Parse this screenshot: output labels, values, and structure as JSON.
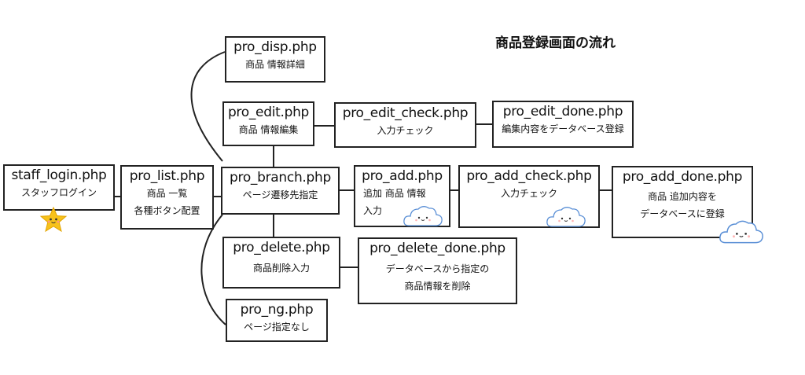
{
  "title": "商品登録画面の流れ",
  "nodes": {
    "staff_login": {
      "file": "staff_login.php",
      "desc": [
        "スタッフログイン"
      ]
    },
    "pro_list": {
      "file": "pro_list.php",
      "desc": [
        "商品 一覧",
        "各種ボタン配置"
      ]
    },
    "pro_disp": {
      "file": "pro_disp.php",
      "desc": [
        "商品 情報詳細"
      ]
    },
    "pro_edit": {
      "file": "pro_edit.php",
      "desc": [
        "商品 情報編集"
      ]
    },
    "pro_edit_check": {
      "file": "pro_edit_check.php",
      "desc": [
        "入力チェック"
      ]
    },
    "pro_edit_done": {
      "file": "pro_edit_done.php",
      "desc": [
        "編集内容をデータベース登録"
      ]
    },
    "pro_branch": {
      "file": "pro_branch.php",
      "desc": [
        "ページ遷移先指定"
      ]
    },
    "pro_add": {
      "file": "pro_add.php",
      "desc": [
        "追加 商品 情報",
        "入力"
      ]
    },
    "pro_add_check": {
      "file": "pro_add_check.php",
      "desc": [
        "入力チェック"
      ]
    },
    "pro_add_done": {
      "file": "pro_add_done.php",
      "desc": [
        "商品 追加内容を",
        "データベースに登録"
      ]
    },
    "pro_delete": {
      "file": "pro_delete.php",
      "desc": [
        "商品削除入力"
      ]
    },
    "pro_delete_done": {
      "file": "pro_delete_done.php",
      "desc": [
        "データベースから指定の",
        "商品情報を削除"
      ]
    },
    "pro_ng": {
      "file": "pro_ng.php",
      "desc": [
        "ページ指定なし"
      ]
    }
  },
  "colors": {
    "line": "#222222",
    "star": "#f7c21b",
    "cloud_outline": "#5a8fd6"
  },
  "decorations": {
    "star_icon": "smiling-star-icon",
    "cloud_icon": "smiling-cloud-icon"
  }
}
